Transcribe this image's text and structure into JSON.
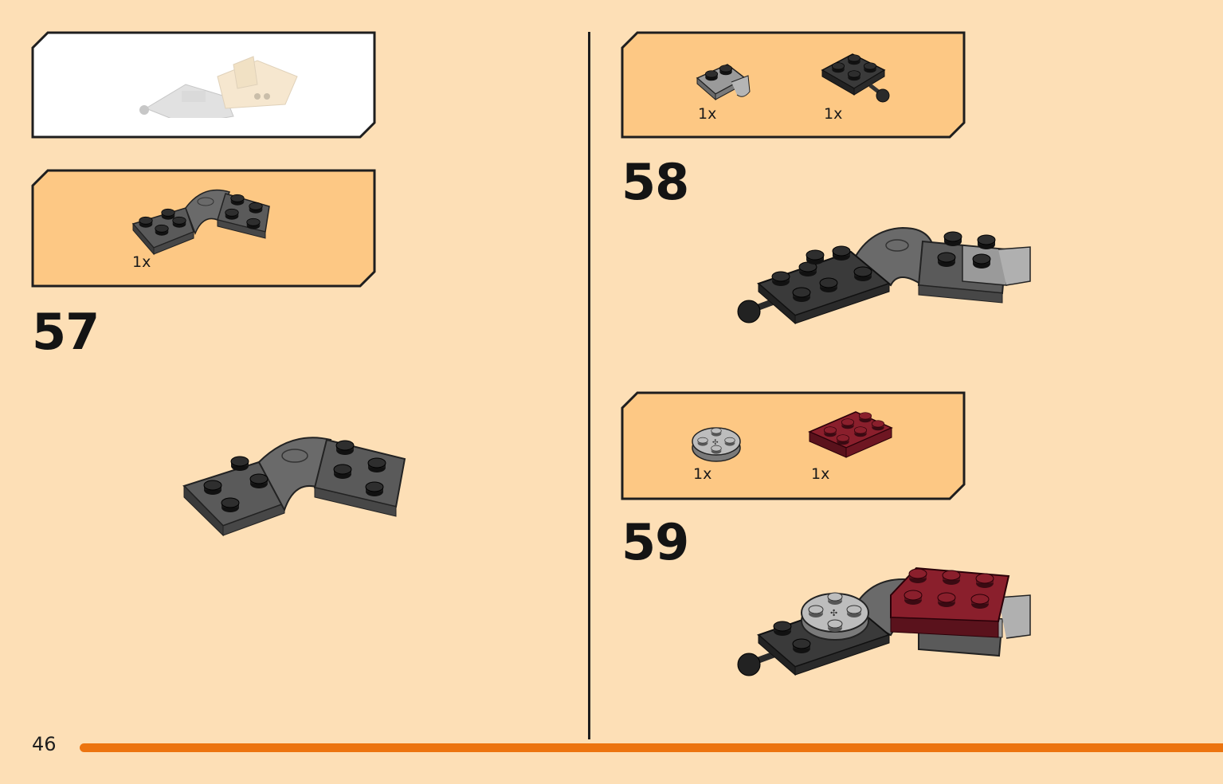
{
  "page": {
    "number": "46",
    "accent_color": "#EC7410",
    "background_color": "#FDDFB6",
    "callout_color": "#FDC884"
  },
  "preview": {
    "icon": "completed-model-ghost-preview"
  },
  "steps": [
    {
      "number": "57",
      "parts": [
        {
          "icon": "dark-gray-curved-plate-icon",
          "qty": "1x"
        }
      ],
      "assembly_icon": "step-57-assembly"
    },
    {
      "number": "58",
      "parts": [
        {
          "icon": "gray-clip-plate-icon",
          "qty": "1x"
        },
        {
          "icon": "black-bar-plate-icon",
          "qty": "1x"
        }
      ],
      "assembly_icon": "step-58-assembly"
    },
    {
      "number": "59",
      "parts": [
        {
          "icon": "gray-round-plate-icon",
          "qty": "1x"
        },
        {
          "icon": "dark-red-brick-icon",
          "qty": "1x"
        }
      ],
      "assembly_icon": "step-59-assembly"
    }
  ]
}
